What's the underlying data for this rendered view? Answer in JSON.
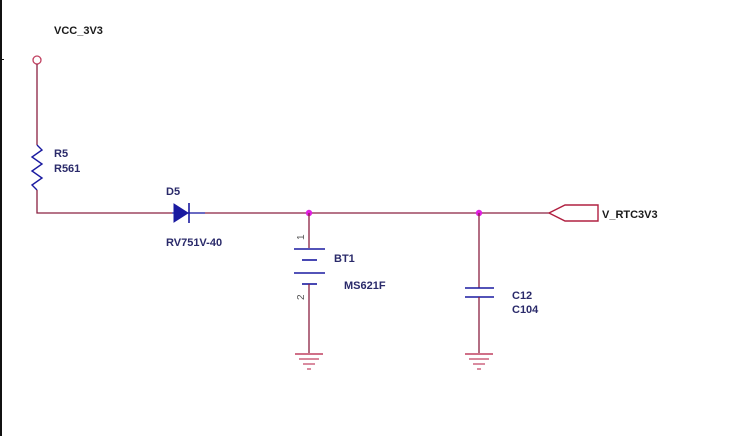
{
  "diagram": {
    "type": "schematic",
    "title": "RTC battery backup circuit",
    "colors": {
      "wire": "#8a2040",
      "component": "#1a1aa0",
      "junction": "#e020e0",
      "text": "#1a1a1a",
      "component_text": "#2a2a6a",
      "port_outline": "#b02040"
    },
    "nets": {
      "power_in": "VCC_3V3",
      "output_port": "V_RTC3V3"
    },
    "components": {
      "resistor": {
        "ref": "R5",
        "value": "R561"
      },
      "diode": {
        "ref": "D5",
        "value": "RV751V-40"
      },
      "battery": {
        "ref": "BT1",
        "value": "MS621F",
        "pin1": "1",
        "pin2": "2"
      },
      "capacitor": {
        "ref": "C12",
        "value": "C104"
      }
    },
    "grounds": [
      "ground-battery",
      "ground-capacitor"
    ],
    "junctions": [
      "battery-node",
      "capacitor-node"
    ]
  }
}
